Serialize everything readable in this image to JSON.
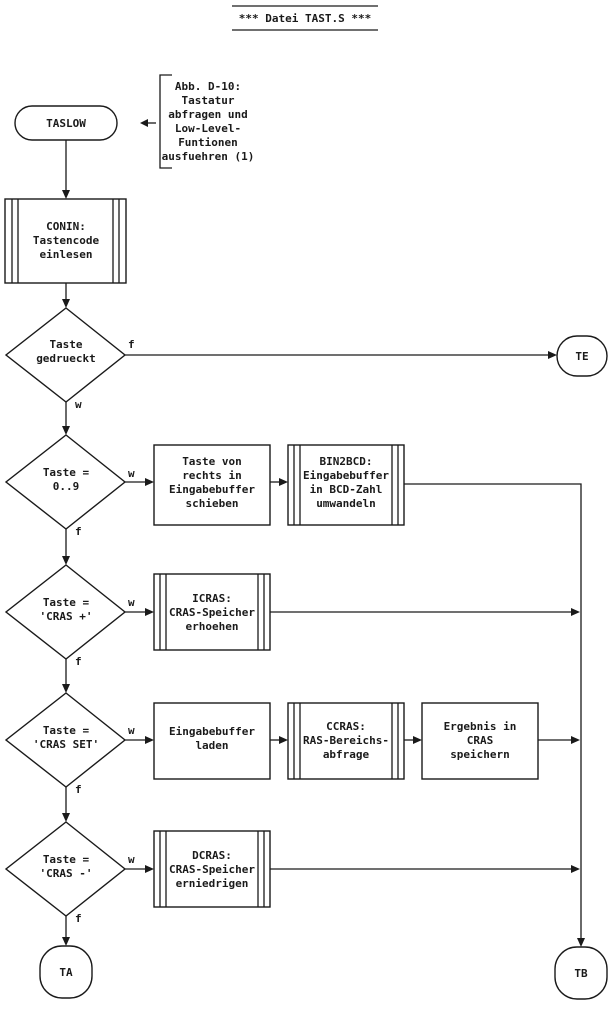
{
  "title": "*** Datei TAST.S ***",
  "caption": [
    "Abb. D-10:",
    "Tastatur",
    "abfragen und",
    "Low-Level-",
    "Funtionen",
    "ausfuehren (1)"
  ],
  "start": "TASLOW",
  "conin": [
    "CONIN:",
    "Tastencode",
    "einlesen"
  ],
  "decisions": {
    "pressed": [
      "Taste",
      "gedrueckt"
    ],
    "digits": [
      "Taste =",
      "0..9"
    ],
    "cras_plus": [
      "Taste =",
      "'CRAS +'"
    ],
    "cras_set": [
      "Taste =",
      "'CRAS SET'"
    ],
    "cras_minus": [
      "Taste =",
      "'CRAS -'"
    ]
  },
  "boxes": {
    "shift": [
      "Taste von",
      "rechts in",
      "Eingabebuffer",
      "schieben"
    ],
    "bin2bcd": [
      "BIN2BCD:",
      "Eingabebuffer",
      "in BCD-Zahl",
      "umwandeln"
    ],
    "icras": [
      "ICRAS:",
      "CRAS-Speicher",
      "erhoehen"
    ],
    "load": [
      "Eingabebuffer",
      "laden"
    ],
    "ccras": [
      "CCRAS:",
      "RAS-Bereichs-",
      "abfrage"
    ],
    "store": [
      "Ergebnis in",
      "CRAS",
      "speichern"
    ],
    "dcras": [
      "DCRAS:",
      "CRAS-Speicher",
      "erniedrigen"
    ]
  },
  "labels": {
    "true": "w",
    "false": "f"
  },
  "connectors": {
    "te": "TE",
    "ta": "TA",
    "tb": "TB"
  }
}
